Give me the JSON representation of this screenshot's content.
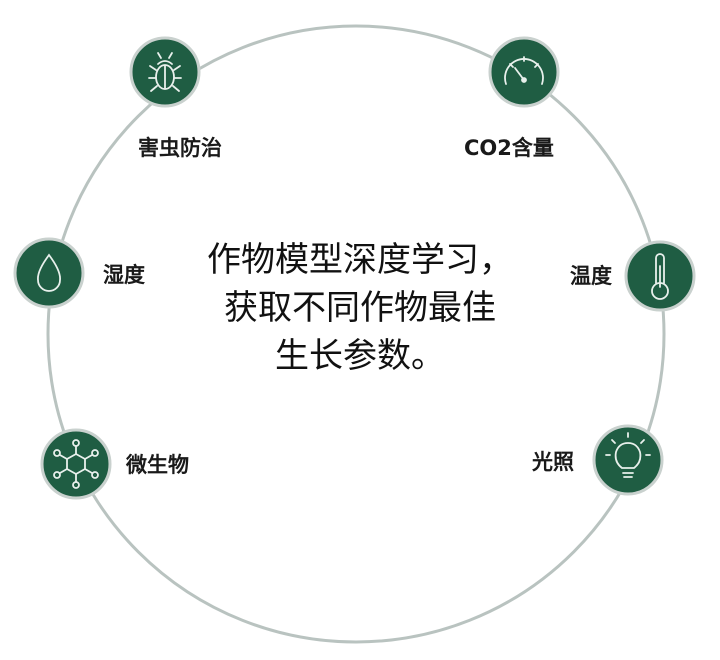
{
  "center": {
    "lines": [
      "作物模型深度学习，",
      "获取不同作物最佳",
      "生长参数。"
    ]
  },
  "nodes": [
    {
      "label": "害虫防治",
      "icon": "beetle-icon"
    },
    {
      "label": "CO2含量",
      "icon": "gauge-icon"
    },
    {
      "label": "温度",
      "icon": "thermometer-icon"
    },
    {
      "label": "光照",
      "icon": "lightbulb-icon"
    },
    {
      "label": "微生物",
      "icon": "molecule-icon"
    },
    {
      "label": "湿度",
      "icon": "water-drop-icon"
    }
  ],
  "colors": {
    "ring": "#b9c3c0",
    "node_fill": "#1f5d43",
    "node_border": "#c9d1ce",
    "icon_stroke": "#e8f0ec"
  }
}
